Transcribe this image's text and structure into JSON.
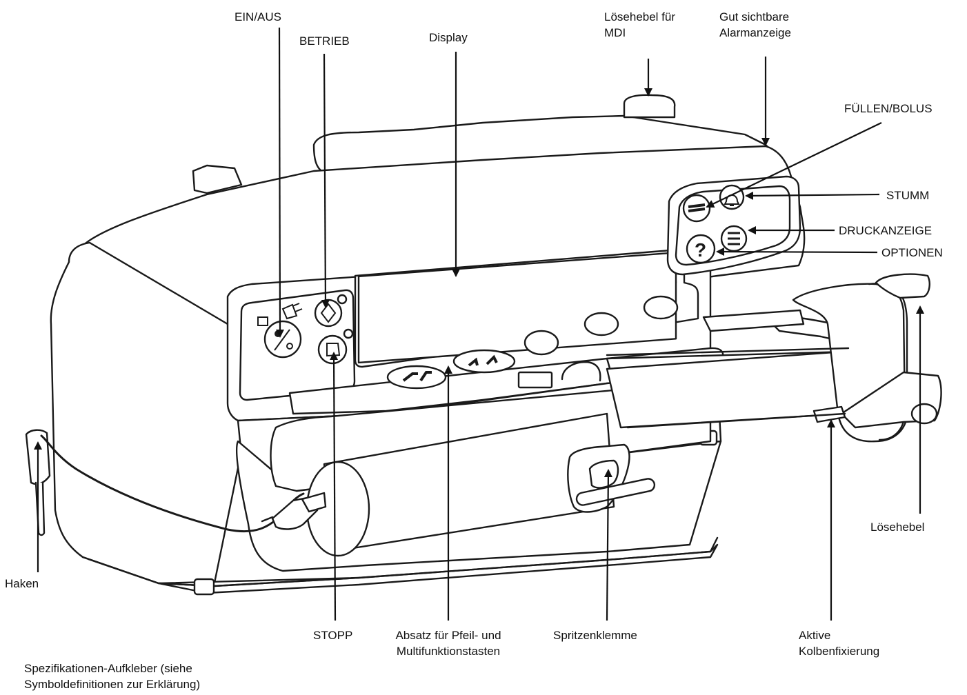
{
  "labels": {
    "ein_aus": "EIN/AUS",
    "betrieb": "BETRIEB",
    "display": "Display",
    "loesehebel_mdi": [
      "Lösehebel für",
      "MDI"
    ],
    "alarmanzeige": [
      "Gut sichtbare",
      "Alarmanzeige"
    ],
    "fuellen_bolus": "FÜLLEN/BOLUS",
    "stumm": "STUMM",
    "druckanzeige": "DRUCKANZEIGE",
    "optionen": "OPTIONEN",
    "haken": "Haken",
    "stopp": "STOPP",
    "absatz": [
      "Absatz für Pfeil- und",
      "Multifunktionstasten"
    ],
    "spritzenklemme": "Spritzenklemme",
    "kolbenfixierung": [
      "Aktive",
      "Kolbenfixierung"
    ],
    "loesehebel": "Lösehebel",
    "spezifikationen": [
      "Spezifikationen-Aufkleber (siehe",
      "Symboldefinitionen zur Erklärung)"
    ]
  },
  "button_glyphs": {
    "optionen": "?"
  },
  "colors": {
    "line": "#1a1a1a",
    "fill": "#ffffff"
  }
}
